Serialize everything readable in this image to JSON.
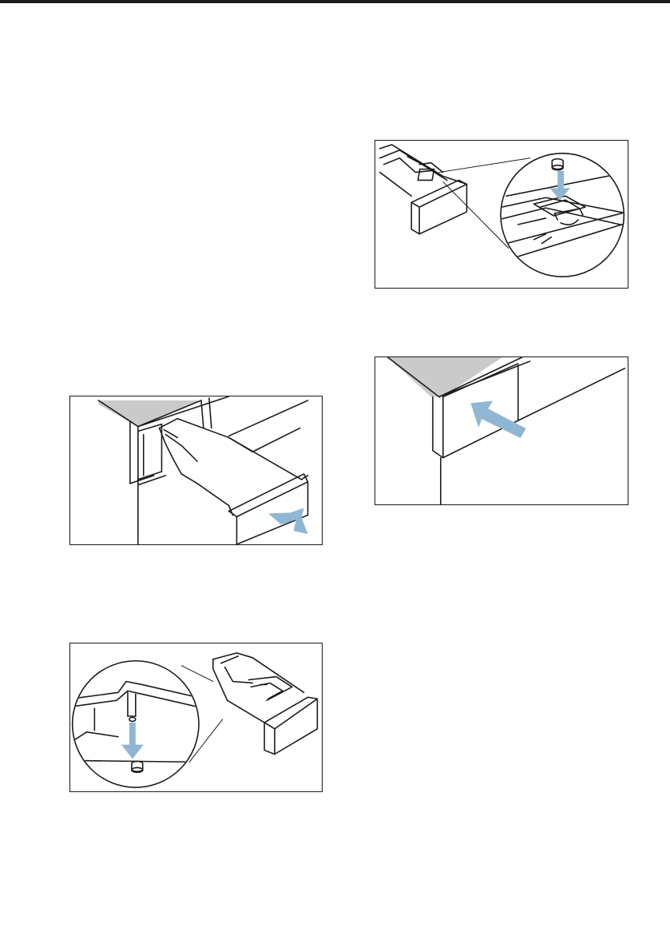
{
  "page": {
    "figures": [
      {
        "id": "fig-pull",
        "icon": "drawer-pull-out-illustration"
      },
      {
        "id": "fig-remove-insert",
        "icon": "siphon-insert-removal-illustration"
      },
      {
        "id": "fig-fit-insert",
        "icon": "siphon-insert-fit-illustration"
      },
      {
        "id": "fig-push",
        "icon": "drawer-push-in-illustration"
      }
    ]
  },
  "colors": {
    "line": "#1a1a1a",
    "arrow": "#8fb7d3",
    "panel_grey": "#c9cac9"
  }
}
